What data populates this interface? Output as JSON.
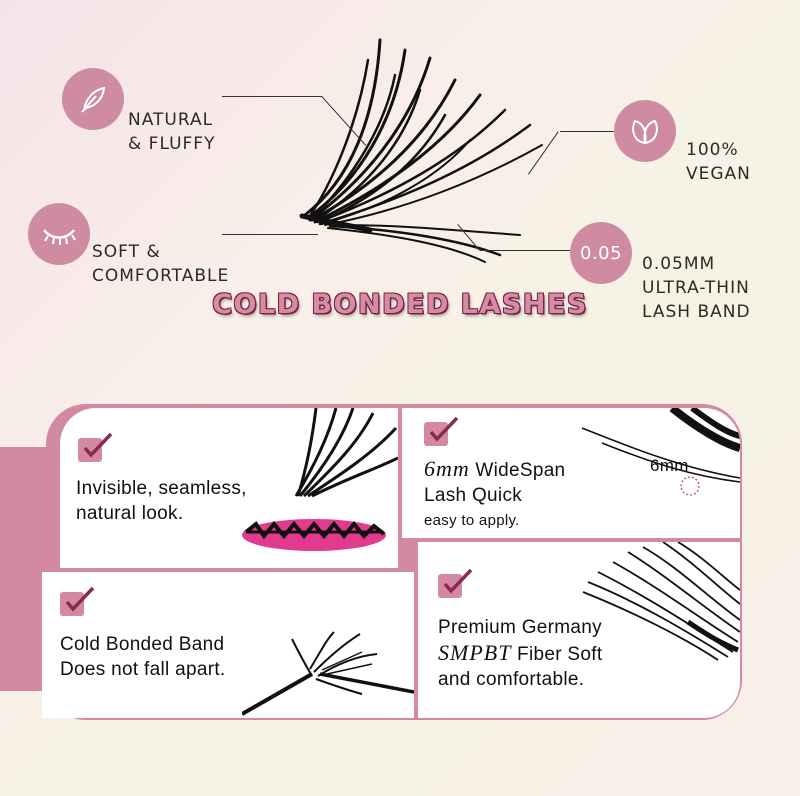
{
  "title": "COLD BONDED LASHES",
  "features": {
    "natural": {
      "line1": "NATURAL",
      "line2": "& FLUFFY",
      "icon": "feather-icon"
    },
    "soft": {
      "line1": "SOFT &",
      "line2": "COMFORTABLE",
      "icon": "closed-eye-icon"
    },
    "vegan": {
      "line1": "100%",
      "line2": "VEGAN",
      "icon": "leaves-icon"
    },
    "band": {
      "badge": "0.05",
      "line1": "0.05MM",
      "line2": "ULTRA-THIN",
      "line3": "LASH BAND"
    }
  },
  "cards": {
    "invisible": {
      "line1": "Invisible, seamless,",
      "line2": "natural look."
    },
    "widespan": {
      "size": "6mm",
      "size_suffix": " WideSpan",
      "line2": "Lash Quick",
      "line3": "easy to apply.",
      "measure": "6mm"
    },
    "band": {
      "line1": "Cold Bonded Band",
      "line2": "Does not fall apart."
    },
    "fiber": {
      "line1": "Premium Germany",
      "brand": "SMPBT",
      "line2_suffix": " Fiber Soft",
      "line3": "and comfortable."
    }
  },
  "colors": {
    "accent": "#cf8ba2",
    "title_outline": "#7a2346",
    "check": "#8a2a54"
  }
}
